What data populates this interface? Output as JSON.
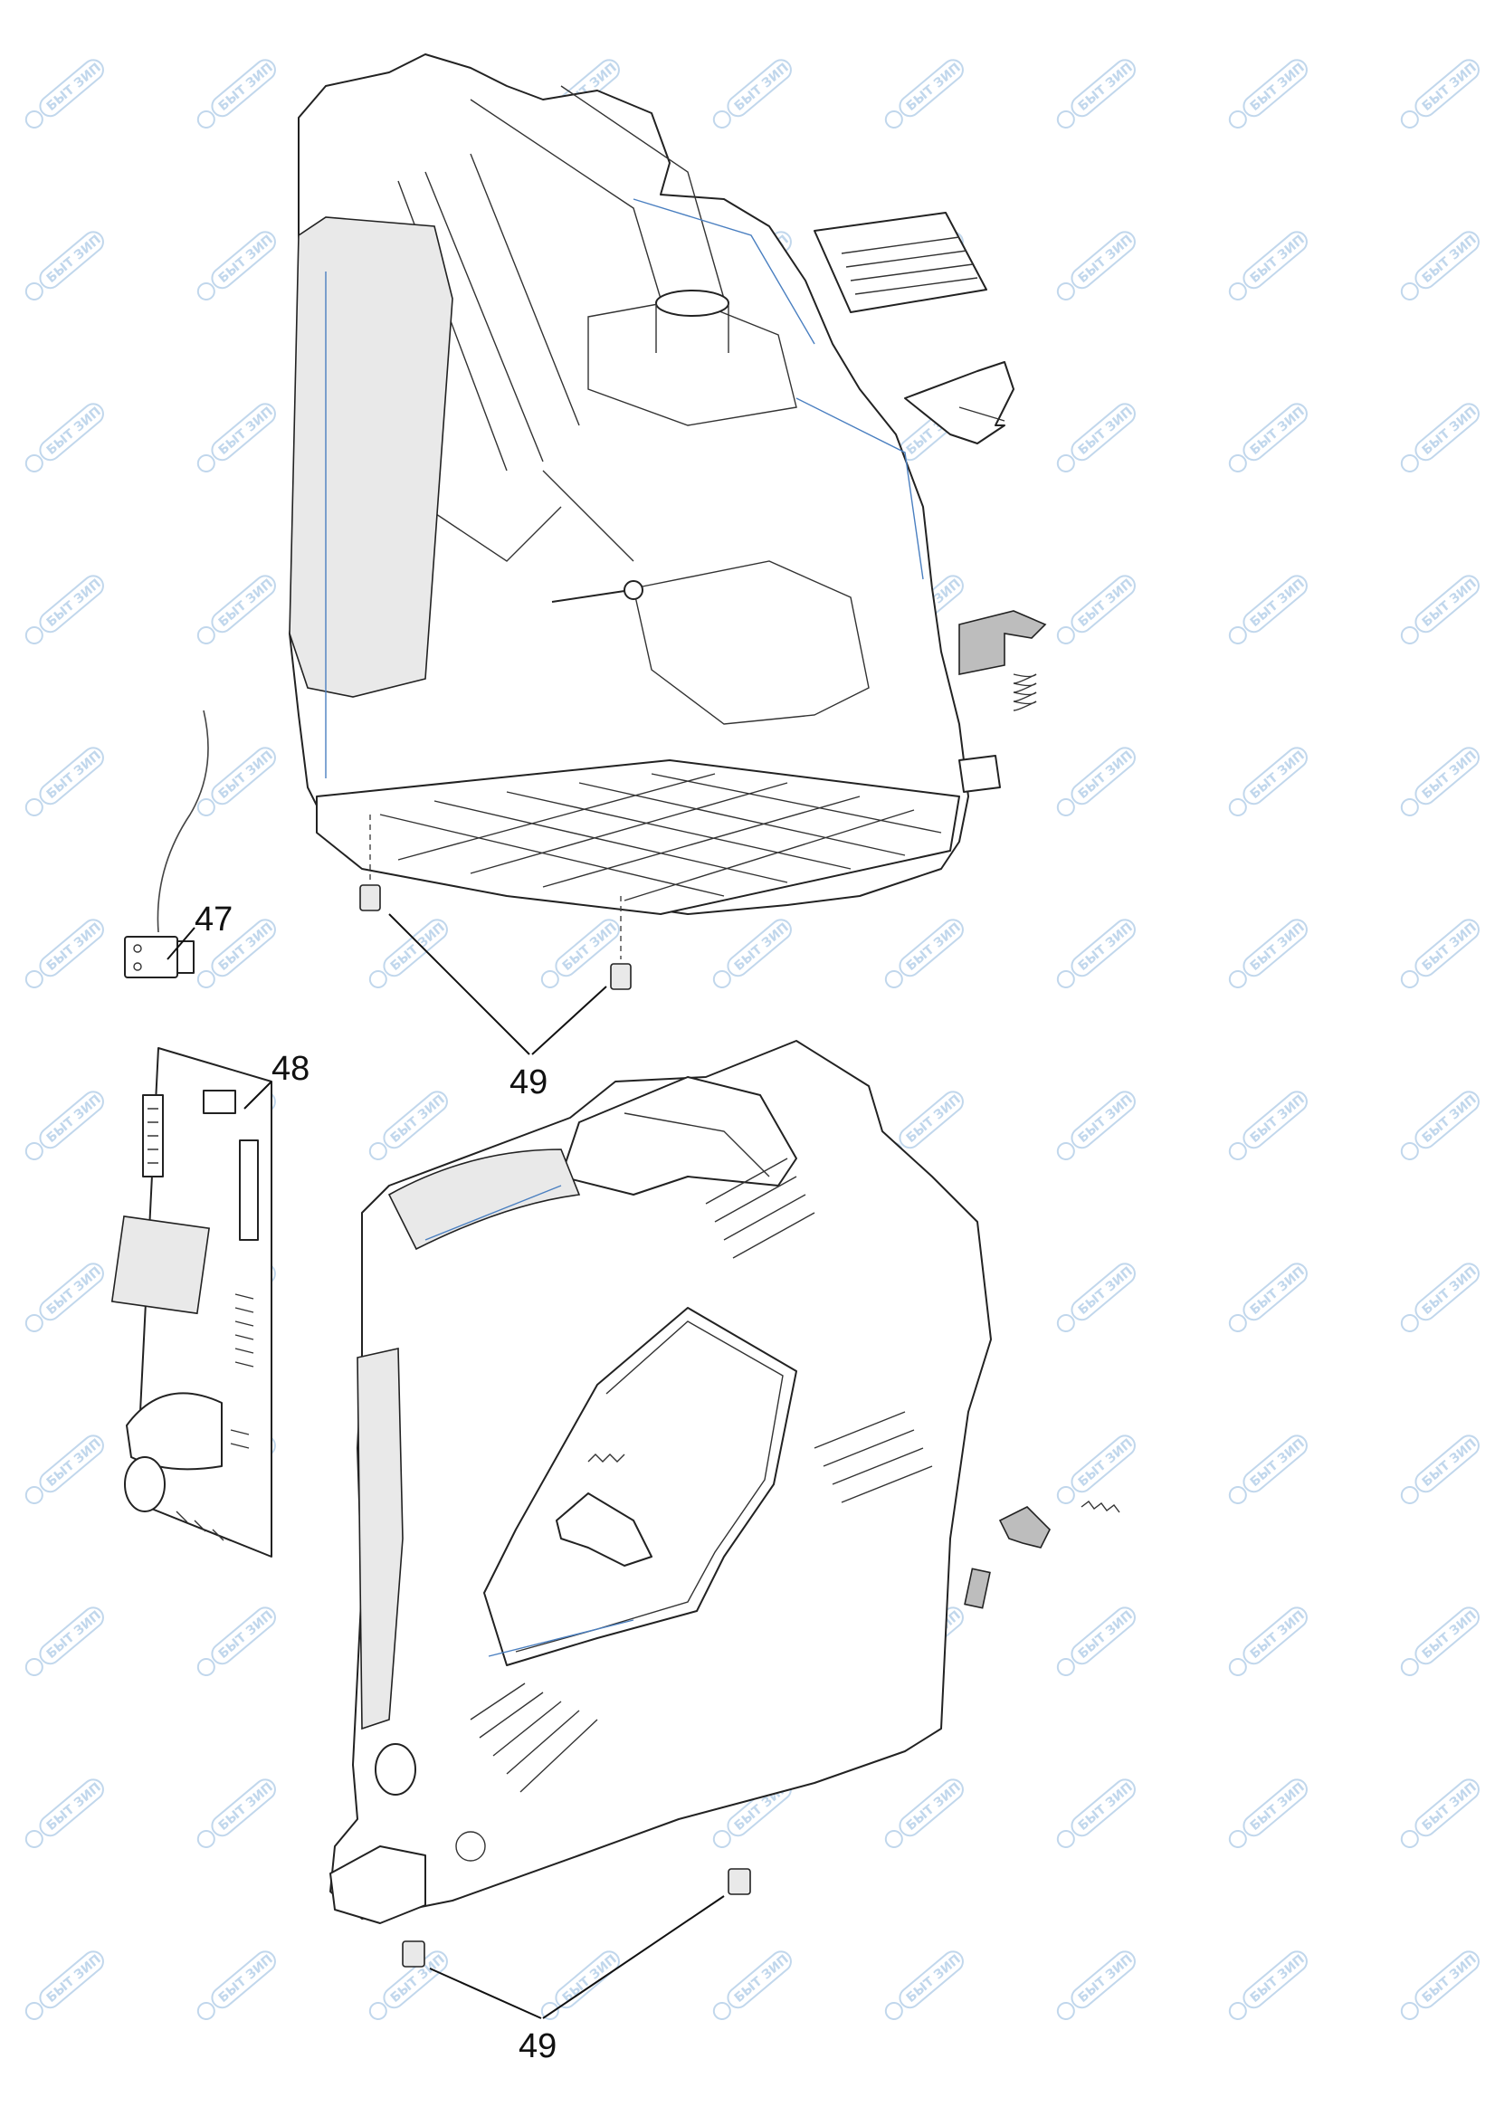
{
  "callouts": [
    {
      "id": "47",
      "text": "47"
    },
    {
      "id": "48",
      "text": "48"
    },
    {
      "id": "49a",
      "text": "49"
    },
    {
      "id": "49b",
      "text": "49"
    }
  ],
  "watermark": {
    "text": "БЫТ ЗИП",
    "color": "#8fb7de"
  },
  "colors": {
    "line": "#222222",
    "accent_blue": "#4a7fc0",
    "background": "#ffffff"
  }
}
